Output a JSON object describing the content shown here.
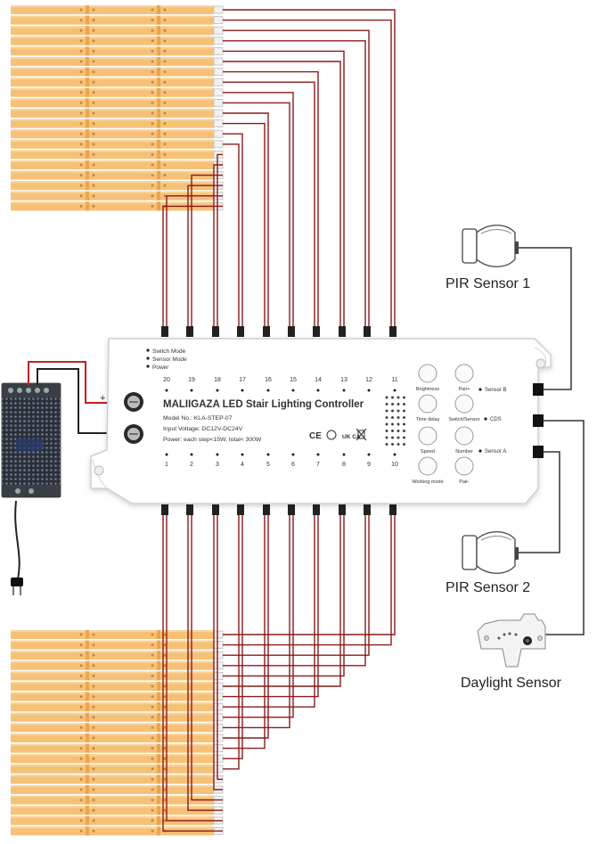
{
  "controller": {
    "title": "MALIIGAZA LED Stair Lighting Controller",
    "model": "Model No.: KLA-STEP-07",
    "voltage": "Input Voltage: DC12V-DC24V",
    "power": "Power: each step<15W, total< 300W",
    "modes": [
      "Switch Mode",
      "Sensor Mode",
      "Power"
    ],
    "top_channels": [
      "20",
      "19",
      "18",
      "17",
      "16",
      "15",
      "14",
      "13",
      "12",
      "11"
    ],
    "bottom_channels": [
      "1",
      "2",
      "3",
      "4",
      "5",
      "6",
      "7",
      "8",
      "9",
      "10"
    ],
    "buttons": [
      {
        "label": "Brightness"
      },
      {
        "label": "Pair+"
      },
      {
        "label": "Time delay"
      },
      {
        "label": "Switch/Sensor"
      },
      {
        "label": "Speed"
      },
      {
        "label": "Number"
      },
      {
        "label": "Working mode"
      },
      {
        "label": "Pair-"
      }
    ],
    "port_labels": [
      "Sensor B",
      "CDS",
      "Sensor A"
    ],
    "cert_marks": [
      "CE",
      "UK CA"
    ],
    "plus": "+",
    "minus": "−"
  },
  "labels": {
    "pir1": "PIR Sensor 1",
    "pir2": "PIR Sensor 2",
    "daylight": "Daylight Sensor"
  },
  "colors": {
    "strip": "#f6c177",
    "chip": "#e8a650",
    "wire": "#8a1a1a",
    "wire_black": "#222222",
    "controller": "#ffffff"
  }
}
